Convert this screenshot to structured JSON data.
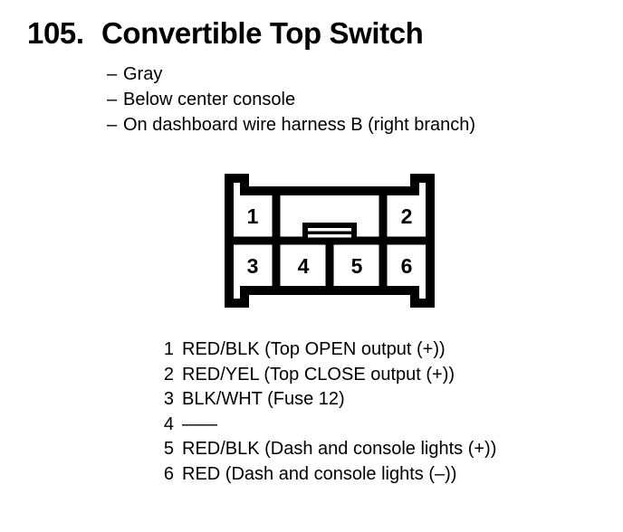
{
  "header": {
    "number": "105.",
    "title": "Convertible Top Switch"
  },
  "attributes": {
    "dash": "–",
    "items": [
      "Gray",
      "Below center console",
      "On dashboard wire harness B (right branch)"
    ]
  },
  "connector": {
    "label": "6-pin connector face view",
    "outline_color": "#000000",
    "fill_color": "#ffffff",
    "top_row": [
      {
        "pin": "1",
        "position": "left"
      },
      {
        "pin": "2",
        "position": "right"
      }
    ],
    "bottom_row": [
      {
        "pin": "3"
      },
      {
        "pin": "4"
      },
      {
        "pin": "5"
      },
      {
        "pin": "6"
      }
    ],
    "latch": {
      "name": "center-latch",
      "bars": 3
    }
  },
  "pins": [
    {
      "num": "1",
      "desc": "RED/BLK (Top OPEN output (+))"
    },
    {
      "num": "2",
      "desc": "RED/YEL (Top CLOSE output (+))"
    },
    {
      "num": "3",
      "desc": "BLK/WHT (Fuse 12)"
    },
    {
      "num": "4",
      "desc": "——"
    },
    {
      "num": "5",
      "desc": "RED/BLK (Dash and console lights (+))"
    },
    {
      "num": "6",
      "desc": "RED (Dash and console lights (–))"
    }
  ]
}
